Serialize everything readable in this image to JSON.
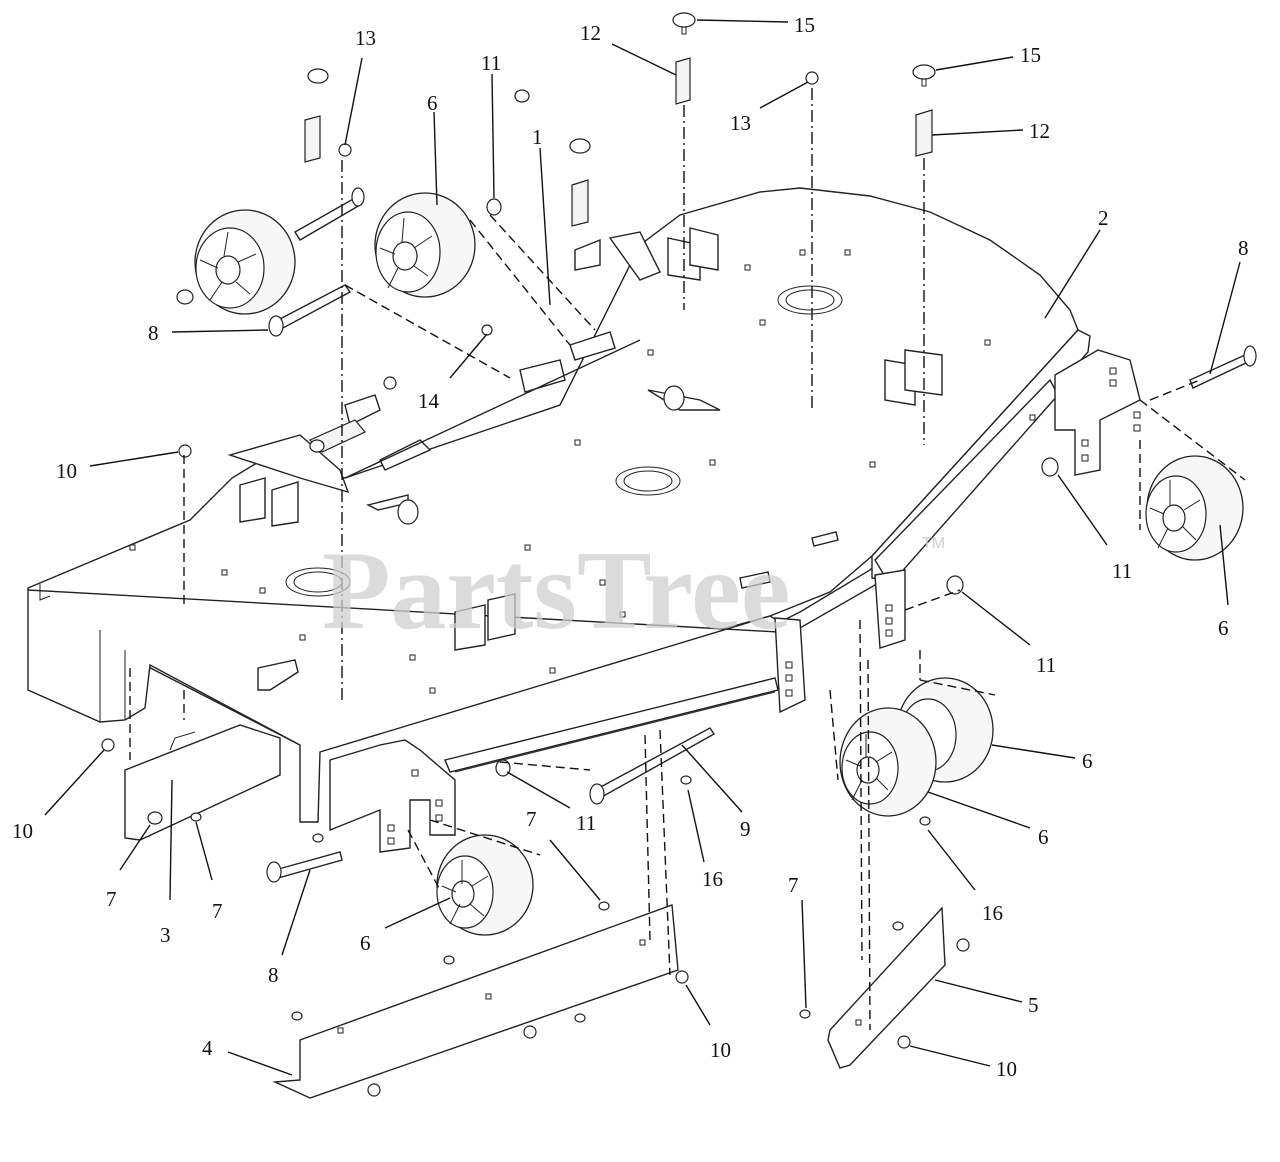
{
  "watermark": {
    "text": "PartsTree",
    "trademark": "TM"
  },
  "callouts": [
    {
      "id": "c1",
      "label": "13"
    },
    {
      "id": "c2",
      "label": "6"
    },
    {
      "id": "c3",
      "label": "11"
    },
    {
      "id": "c4",
      "label": "1"
    },
    {
      "id": "c5",
      "label": "12"
    },
    {
      "id": "c6",
      "label": "15"
    },
    {
      "id": "c7",
      "label": "13"
    },
    {
      "id": "c8",
      "label": "15"
    },
    {
      "id": "c9",
      "label": "12"
    },
    {
      "id": "c10",
      "label": "2"
    },
    {
      "id": "c11",
      "label": "8"
    },
    {
      "id": "c12",
      "label": "8"
    },
    {
      "id": "c13",
      "label": "14"
    },
    {
      "id": "c14",
      "label": "10"
    },
    {
      "id": "c15",
      "label": "11"
    },
    {
      "id": "c16",
      "label": "6"
    },
    {
      "id": "c17",
      "label": "11"
    },
    {
      "id": "c18",
      "label": "6"
    },
    {
      "id": "c19",
      "label": "6"
    },
    {
      "id": "c20",
      "label": "10"
    },
    {
      "id": "c21",
      "label": "11"
    },
    {
      "id": "c22",
      "label": "7"
    },
    {
      "id": "c23",
      "label": "9"
    },
    {
      "id": "c24",
      "label": "16"
    },
    {
      "id": "c25",
      "label": "16"
    },
    {
      "id": "c26",
      "label": "7"
    },
    {
      "id": "c27",
      "label": "3"
    },
    {
      "id": "c28",
      "label": "7"
    },
    {
      "id": "c29",
      "label": "7"
    },
    {
      "id": "c30",
      "label": "6"
    },
    {
      "id": "c31",
      "label": "8"
    },
    {
      "id": "c32",
      "label": "5"
    },
    {
      "id": "c33",
      "label": "4"
    },
    {
      "id": "c34",
      "label": "10"
    },
    {
      "id": "c35",
      "label": "10"
    }
  ]
}
